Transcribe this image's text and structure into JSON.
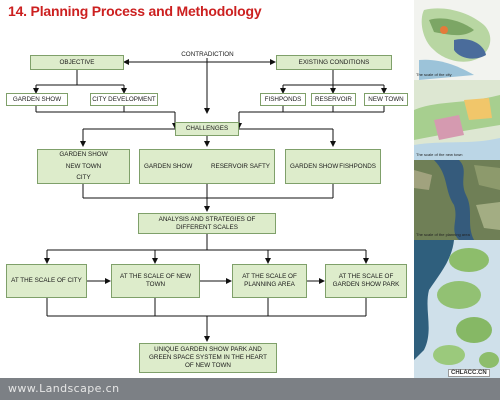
{
  "title": "14. Planning Process and Methodology",
  "flow": {
    "contradiction": "CONTRADICTION",
    "objective": "OBJECTIVE",
    "existing_conditions": "EXISTING CONDITIONS",
    "garden_show": "GARDEN SHOW",
    "city_development": "CITY DEVELOPMENT",
    "fishponds": "FISHPONDS",
    "reservoir": "RESERVOIR",
    "new_town": "NEW TOWN",
    "challenges": "CHALLENGES",
    "c1_line1": "GARDEN SHOW",
    "c1_line2": "NEW TOWN",
    "c1_line3": "CITY",
    "c2_left": "GARDEN SHOW",
    "c2_right": "RESERVOIR SAFTY",
    "c3_left": "GARDEN SHOW",
    "c3_right": "FISHPONDS",
    "analysis": "ANALYSIS AND STRATEGIES OF DIFFERENT SCALES",
    "scale_city": "AT THE SCALE OF CITY",
    "scale_new_town": "AT THE SCALE OF NEW TOWN",
    "scale_planning": "AT THE SCALE OF PLANNING AREA",
    "scale_garden": "AT THE SCALE OF GARDEN SHOW PARK",
    "result": "UNIQUE GARDEN SHOW PARK AND GREEN SPACE SYSTEM IN THE HEART OF NEW TOWN"
  },
  "side_panel": {
    "caption_city": "The scale of the city",
    "caption_new_town": "The scale of the new town",
    "caption_planning": "The scale of the planning area"
  },
  "footer": {
    "website": "www.Landscape.cn",
    "watermark": "CHLACC.CN"
  },
  "colors": {
    "title": "#cc2020",
    "box_fill": "#ddeccb",
    "box_border": "#7fa06a",
    "footer": "#7c8085"
  }
}
